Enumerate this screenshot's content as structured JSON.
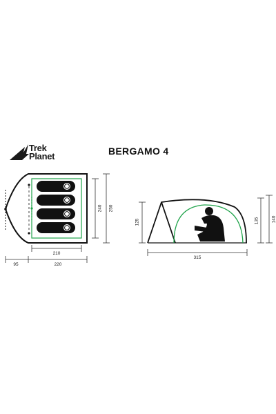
{
  "brand": {
    "line1": "Trek",
    "line2": "Planet"
  },
  "model_name": "BERGAMO 4",
  "floor_plan": {
    "inner_width": "210",
    "outer_width": "220",
    "vestibule_depth": "95",
    "inner_length": "240",
    "outer_length": "250"
  },
  "side_view": {
    "length": "315",
    "vestibule_height": "125",
    "inner_height": "135",
    "outer_height": "140"
  },
  "colors": {
    "outline": "#111111",
    "inner_tent": "#1fa34a",
    "dimension": "#333333"
  }
}
